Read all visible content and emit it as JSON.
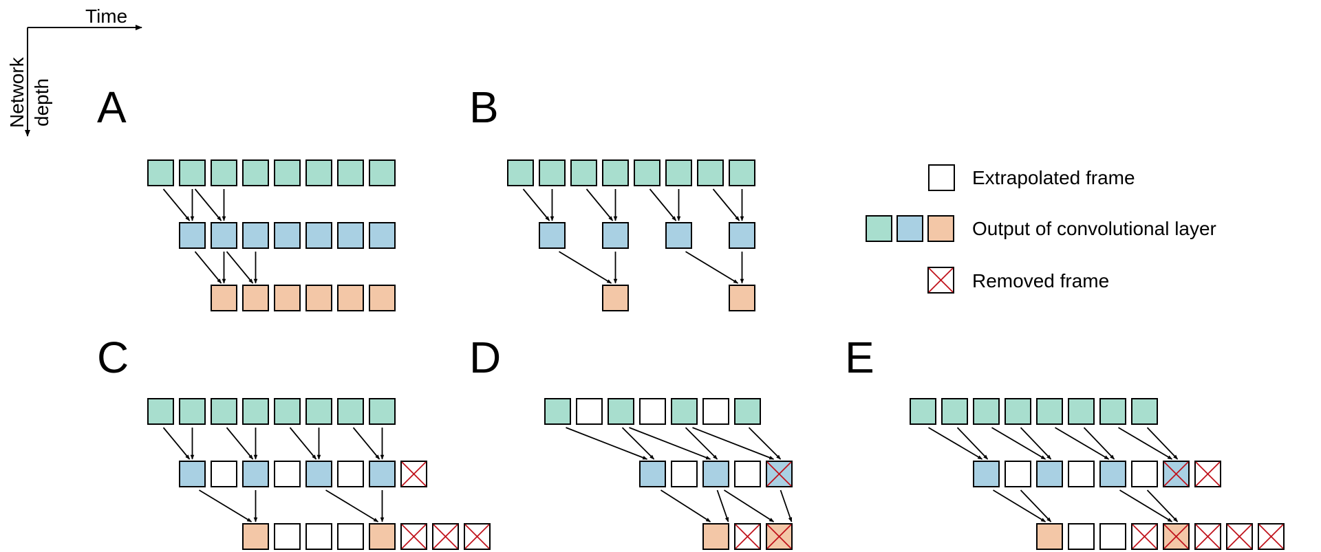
{
  "axes": {
    "time_label": "Time",
    "depth_label_line1": "Network",
    "depth_label_line2": "depth"
  },
  "panels": {
    "a": "A",
    "b": "B",
    "c": "C",
    "d": "D",
    "e": "E"
  },
  "legend": {
    "extrapolated": "Extrapolated frame",
    "output": "Output of convolutional layer",
    "removed": "Removed frame"
  },
  "colors": {
    "green": "#a8dece",
    "blue": "#a9d0e3",
    "orange": "#f3c7a7",
    "empty": "#ffffff",
    "removed_cross": "#c0121b",
    "stroke": "#000000"
  }
}
